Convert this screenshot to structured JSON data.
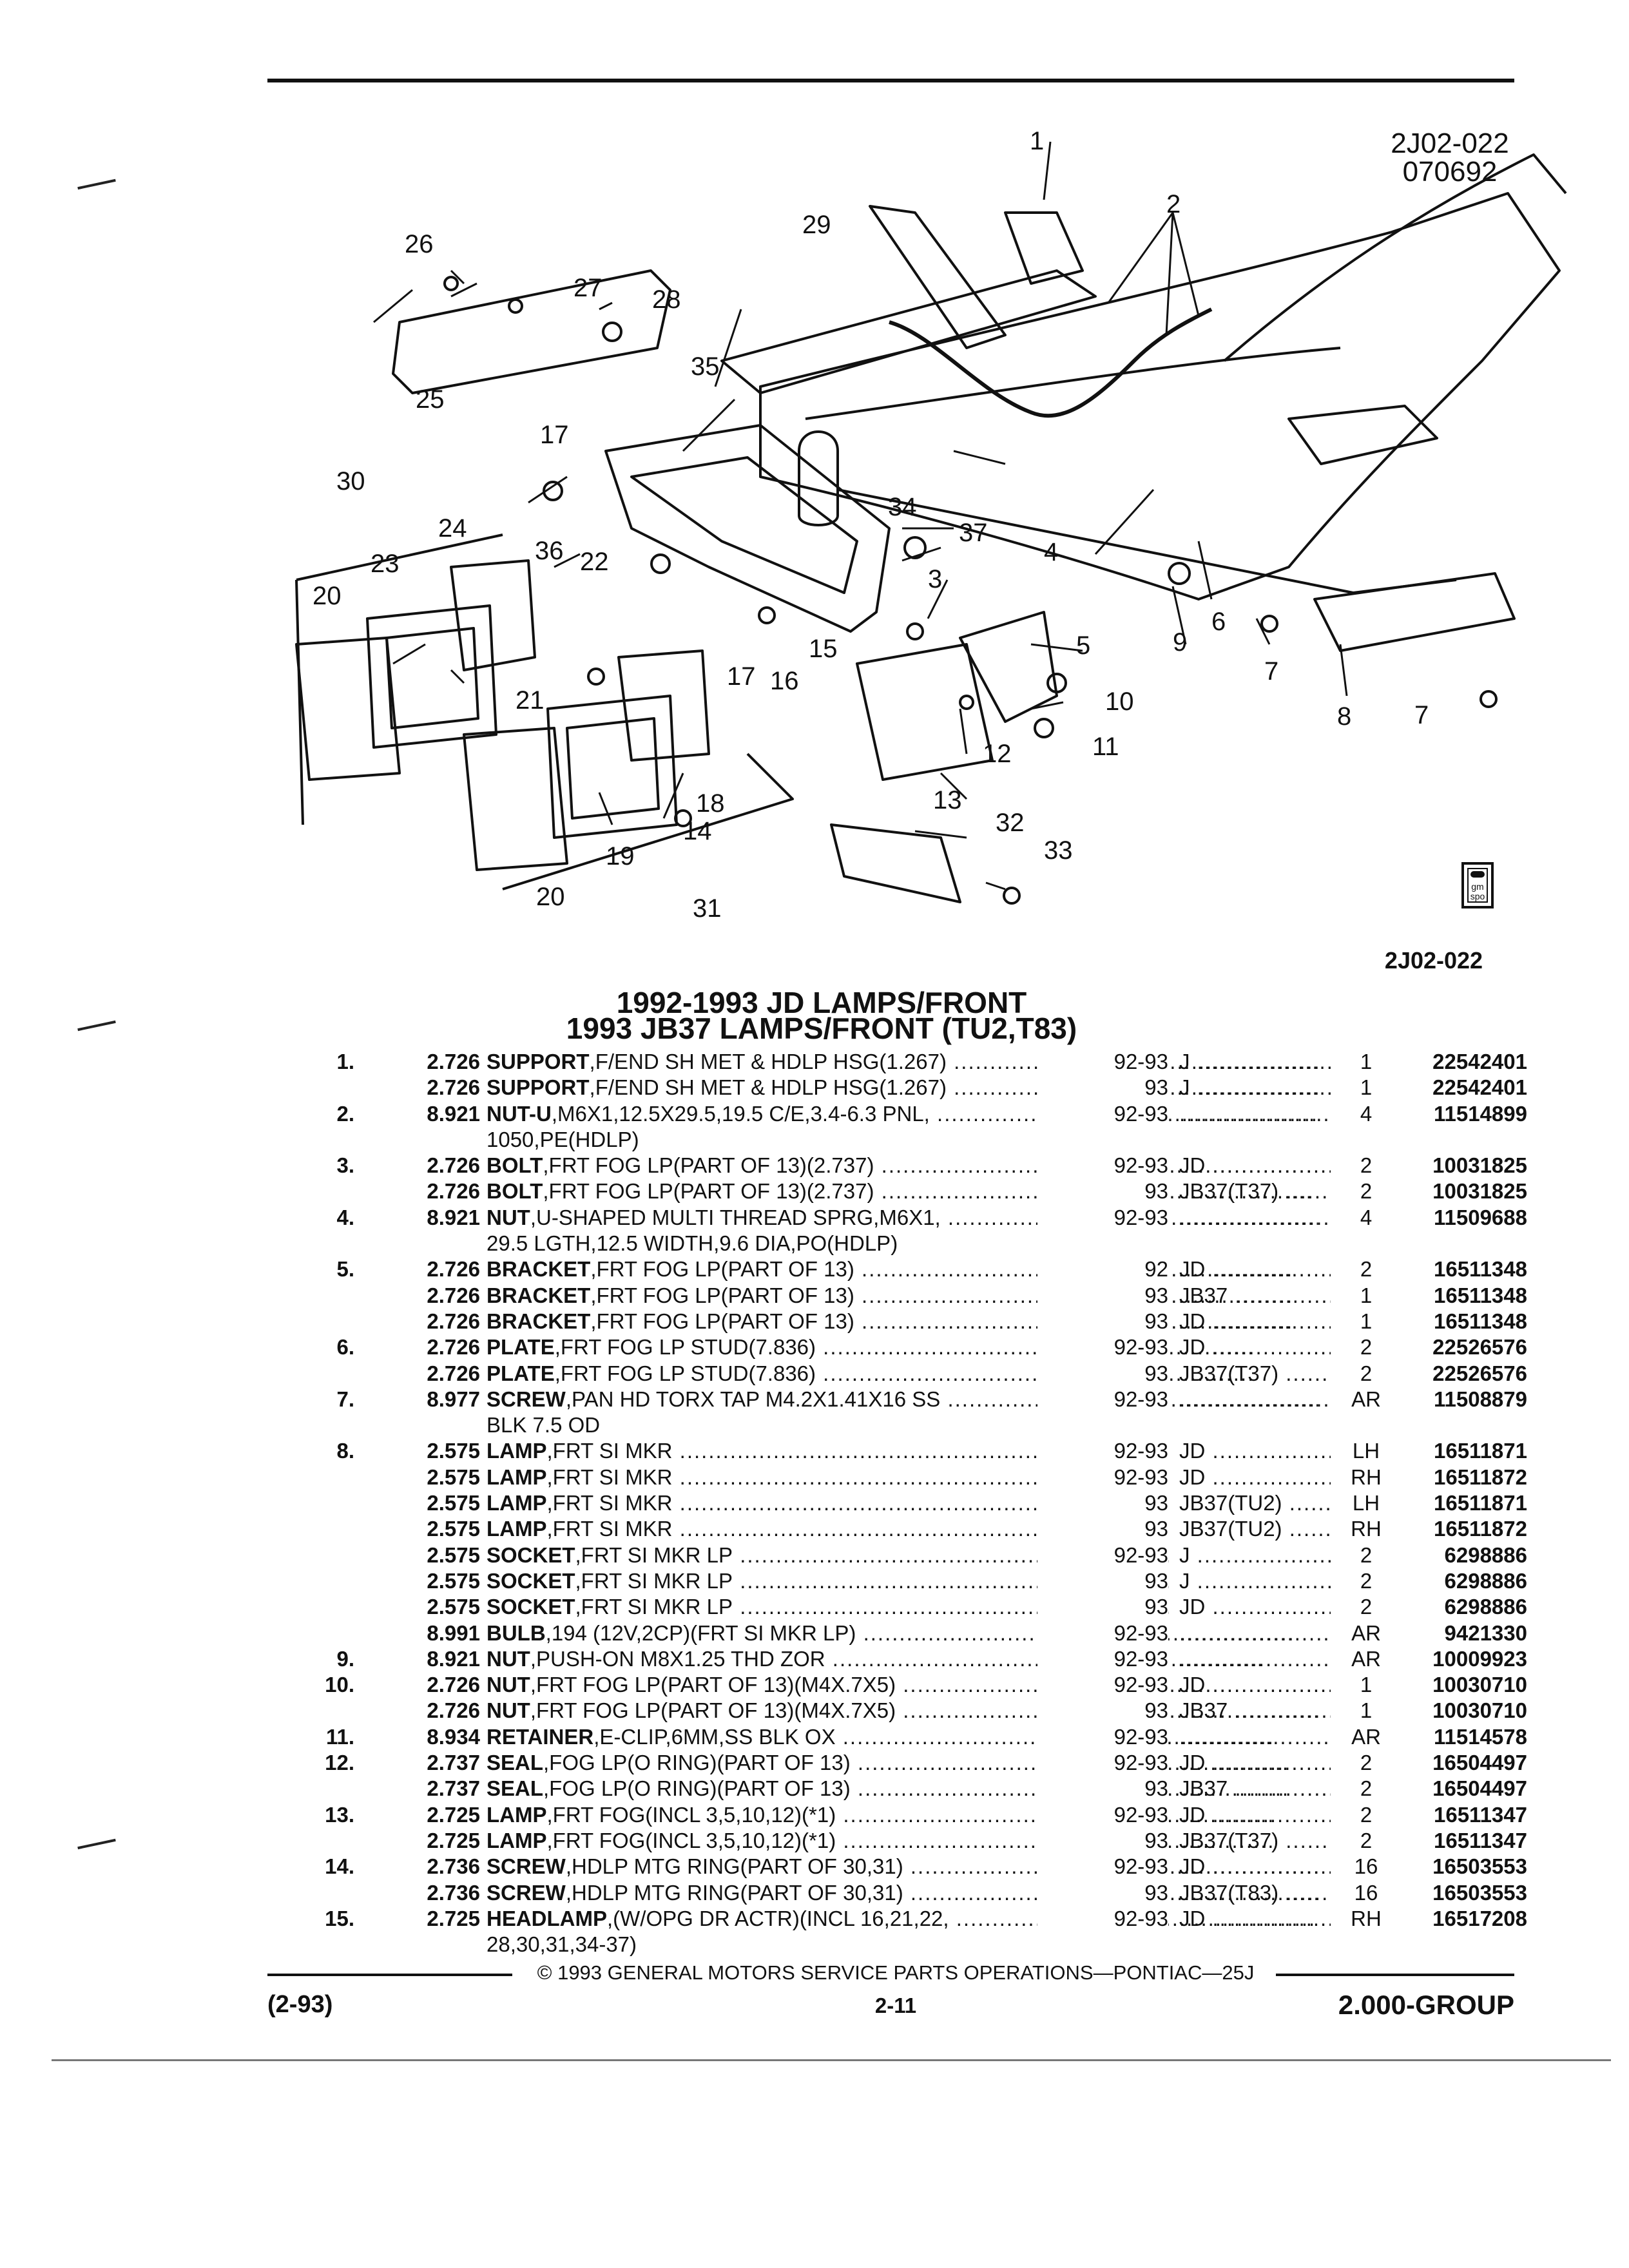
{
  "header": {
    "figure_code_top": "2J02-022",
    "figure_date": "070692",
    "figure_code_bottom": "2J02-022",
    "badge_text": "gm spo",
    "title_line1": "1992-1993 JD LAMPS/FRONT",
    "title_line2": "1993 JB37 LAMPS/FRONT (TU2,T83)"
  },
  "callouts": [
    "1",
    "2",
    "3",
    "4",
    "5",
    "6",
    "7",
    "7",
    "8",
    "9",
    "10",
    "11",
    "12",
    "13",
    "14",
    "15",
    "16",
    "17",
    "17",
    "18",
    "19",
    "20",
    "20",
    "21",
    "22",
    "23",
    "24",
    "25",
    "26",
    "27",
    "28",
    "29",
    "30",
    "31",
    "32",
    "33",
    "34",
    "35",
    "36",
    "37"
  ],
  "parts": [
    {
      "num": "1.",
      "group": "2.726",
      "name": "SUPPORT",
      "desc": ",F/END SH MET & HDLP HSG(1.267)",
      "year": "92-93",
      "model": "J",
      "qty": "1",
      "pn": "22542401"
    },
    {
      "num": "",
      "group": "2.726",
      "name": "SUPPORT",
      "desc": ",F/END SH MET & HDLP HSG(1.267)",
      "year": "93",
      "model": "J",
      "qty": "1",
      "pn": "22542401"
    },
    {
      "num": "2.",
      "group": "8.921",
      "name": "NUT-U",
      "desc": ",M6X1,12.5X29.5,19.5 C/E,3.4-6.3 PNL,",
      "year": "92-93",
      "model": "",
      "qty": "4",
      "pn": "11514899"
    },
    {
      "num": "",
      "group": "",
      "name": "",
      "desc": "1050,PE(HDLP)",
      "year": "",
      "model": "",
      "qty": "",
      "pn": ""
    },
    {
      "num": "3.",
      "group": "2.726",
      "name": "BOLT",
      "desc": ",FRT FOG LP(PART OF 13)(2.737)",
      "year": "92-93",
      "model": "JD",
      "qty": "2",
      "pn": "10031825"
    },
    {
      "num": "",
      "group": "2.726",
      "name": "BOLT",
      "desc": ",FRT FOG LP(PART OF 13)(2.737)",
      "year": "93",
      "model": "JB37(T37)",
      "qty": "2",
      "pn": "10031825"
    },
    {
      "num": "4.",
      "group": "8.921",
      "name": "NUT",
      "desc": ",U-SHAPED MULTI THREAD SPRG,M6X1,",
      "year": "92-93",
      "model": "",
      "qty": "4",
      "pn": "11509688"
    },
    {
      "num": "",
      "group": "",
      "name": "",
      "desc": "29.5 LGTH,12.5 WIDTH,9.6 DIA,PO(HDLP)",
      "year": "",
      "model": "",
      "qty": "",
      "pn": ""
    },
    {
      "num": "5.",
      "group": "2.726",
      "name": "BRACKET",
      "desc": ",FRT FOG LP(PART OF 13)",
      "year": "92",
      "model": "JD",
      "qty": "2",
      "pn": "16511348"
    },
    {
      "num": "",
      "group": "2.726",
      "name": "BRACKET",
      "desc": ",FRT FOG LP(PART OF 13)",
      "year": "93",
      "model": "JB37",
      "qty": "1",
      "pn": "16511348"
    },
    {
      "num": "",
      "group": "2.726",
      "name": "BRACKET",
      "desc": ",FRT FOG LP(PART OF 13)",
      "year": "93",
      "model": "JD",
      "qty": "1",
      "pn": "16511348"
    },
    {
      "num": "6.",
      "group": "2.726",
      "name": "PLATE",
      "desc": ",FRT FOG LP STUD(7.836)",
      "year": "92-93",
      "model": "JD",
      "qty": "2",
      "pn": "22526576"
    },
    {
      "num": "",
      "group": "2.726",
      "name": "PLATE",
      "desc": ",FRT FOG LP STUD(7.836)",
      "year": "93",
      "model": "JB37(T37)",
      "qty": "2",
      "pn": "22526576"
    },
    {
      "num": "7.",
      "group": "8.977",
      "name": "SCREW",
      "desc": ",PAN HD TORX TAP M4.2X1.41X16 SS",
      "year": "92-93",
      "model": "",
      "qty": "AR",
      "pn": "11508879"
    },
    {
      "num": "",
      "group": "",
      "name": "",
      "desc": "BLK 7.5 OD",
      "year": "",
      "model": "",
      "qty": "",
      "pn": ""
    },
    {
      "num": "8.",
      "group": "2.575",
      "name": "LAMP",
      "desc": ",FRT SI MKR",
      "year": "92-93",
      "model": "JD",
      "qty": "LH",
      "pn": "16511871"
    },
    {
      "num": "",
      "group": "2.575",
      "name": "LAMP",
      "desc": ",FRT SI MKR",
      "year": "92-93",
      "model": "JD",
      "qty": "RH",
      "pn": "16511872"
    },
    {
      "num": "",
      "group": "2.575",
      "name": "LAMP",
      "desc": ",FRT SI MKR",
      "year": "93",
      "model": "JB37(TU2)",
      "qty": "LH",
      "pn": "16511871"
    },
    {
      "num": "",
      "group": "2.575",
      "name": "LAMP",
      "desc": ",FRT SI MKR",
      "year": "93",
      "model": "JB37(TU2)",
      "qty": "RH",
      "pn": "16511872"
    },
    {
      "num": "",
      "group": "2.575",
      "name": "SOCKET",
      "desc": ",FRT SI MKR LP",
      "year": "92-93",
      "model": "J",
      "qty": "2",
      "pn": "6298886"
    },
    {
      "num": "",
      "group": "2.575",
      "name": "SOCKET",
      "desc": ",FRT SI MKR LP",
      "year": "93",
      "model": "J",
      "qty": "2",
      "pn": "6298886"
    },
    {
      "num": "",
      "group": "2.575",
      "name": "SOCKET",
      "desc": ",FRT SI MKR LP",
      "year": "93",
      "model": "JD",
      "qty": "2",
      "pn": "6298886"
    },
    {
      "num": "",
      "group": "8.991",
      "name": "BULB",
      "desc": ",194 (12V,2CP)(FRT SI MKR LP)",
      "year": "92-93",
      "model": "",
      "qty": "AR",
      "pn": "9421330"
    },
    {
      "num": "9.",
      "group": "8.921",
      "name": "NUT",
      "desc": ",PUSH-ON M8X1.25 THD ZOR",
      "year": "92-93",
      "model": "",
      "qty": "AR",
      "pn": "10009923"
    },
    {
      "num": "10.",
      "group": "2.726",
      "name": "NUT",
      "desc": ",FRT FOG LP(PART OF 13)(M4X.7X5)",
      "year": "92-93",
      "model": "JD",
      "qty": "1",
      "pn": "10030710"
    },
    {
      "num": "",
      "group": "2.726",
      "name": "NUT",
      "desc": ",FRT FOG LP(PART OF 13)(M4X.7X5)",
      "year": "93",
      "model": "JB37",
      "qty": "1",
      "pn": "10030710"
    },
    {
      "num": "11.",
      "group": "8.934",
      "name": "RETAINER",
      "desc": ",E-CLIP,6MM,SS BLK OX",
      "year": "92-93",
      "model": "",
      "qty": "AR",
      "pn": "11514578"
    },
    {
      "num": "12.",
      "group": "2.737",
      "name": "SEAL",
      "desc": ",FOG LP(O RING)(PART OF 13)",
      "year": "92-93",
      "model": "JD",
      "qty": "2",
      "pn": "16504497"
    },
    {
      "num": "",
      "group": "2.737",
      "name": "SEAL",
      "desc": ",FOG LP(O RING)(PART OF 13)",
      "year": "93",
      "model": "JB37",
      "qty": "2",
      "pn": "16504497"
    },
    {
      "num": "13.",
      "group": "2.725",
      "name": "LAMP",
      "desc": ",FRT FOG(INCL 3,5,10,12)(*1)",
      "year": "92-93",
      "model": "JD",
      "qty": "2",
      "pn": "16511347"
    },
    {
      "num": "",
      "group": "2.725",
      "name": "LAMP",
      "desc": ",FRT FOG(INCL 3,5,10,12)(*1)",
      "year": "93",
      "model": "JB37(T37)",
      "qty": "2",
      "pn": "16511347"
    },
    {
      "num": "14.",
      "group": "2.736",
      "name": "SCREW",
      "desc": ",HDLP MTG RING(PART OF 30,31)",
      "year": "92-93",
      "model": "JD",
      "qty": "16",
      "pn": "16503553"
    },
    {
      "num": "",
      "group": "2.736",
      "name": "SCREW",
      "desc": ",HDLP MTG RING(PART OF 30,31)",
      "year": "93",
      "model": "JB37(T83)",
      "qty": "16",
      "pn": "16503553"
    },
    {
      "num": "15.",
      "group": "2.725",
      "name": "HEADLAMP",
      "desc": ",(W/OPG DR ACTR)(INCL 16,21,22,",
      "year": "92-93",
      "model": "JD",
      "qty": "RH",
      "pn": "16517208"
    },
    {
      "num": "",
      "group": "",
      "name": "",
      "desc": "28,30,31,34-37)",
      "year": "",
      "model": "",
      "qty": "",
      "pn": ""
    }
  ],
  "footer": {
    "copyright": "© 1993 GENERAL MOTORS SERVICE PARTS OPERATIONS—PONTIAC—25J",
    "date_code": "(2-93)",
    "page": "2-11",
    "group": "2.000-GROUP"
  }
}
